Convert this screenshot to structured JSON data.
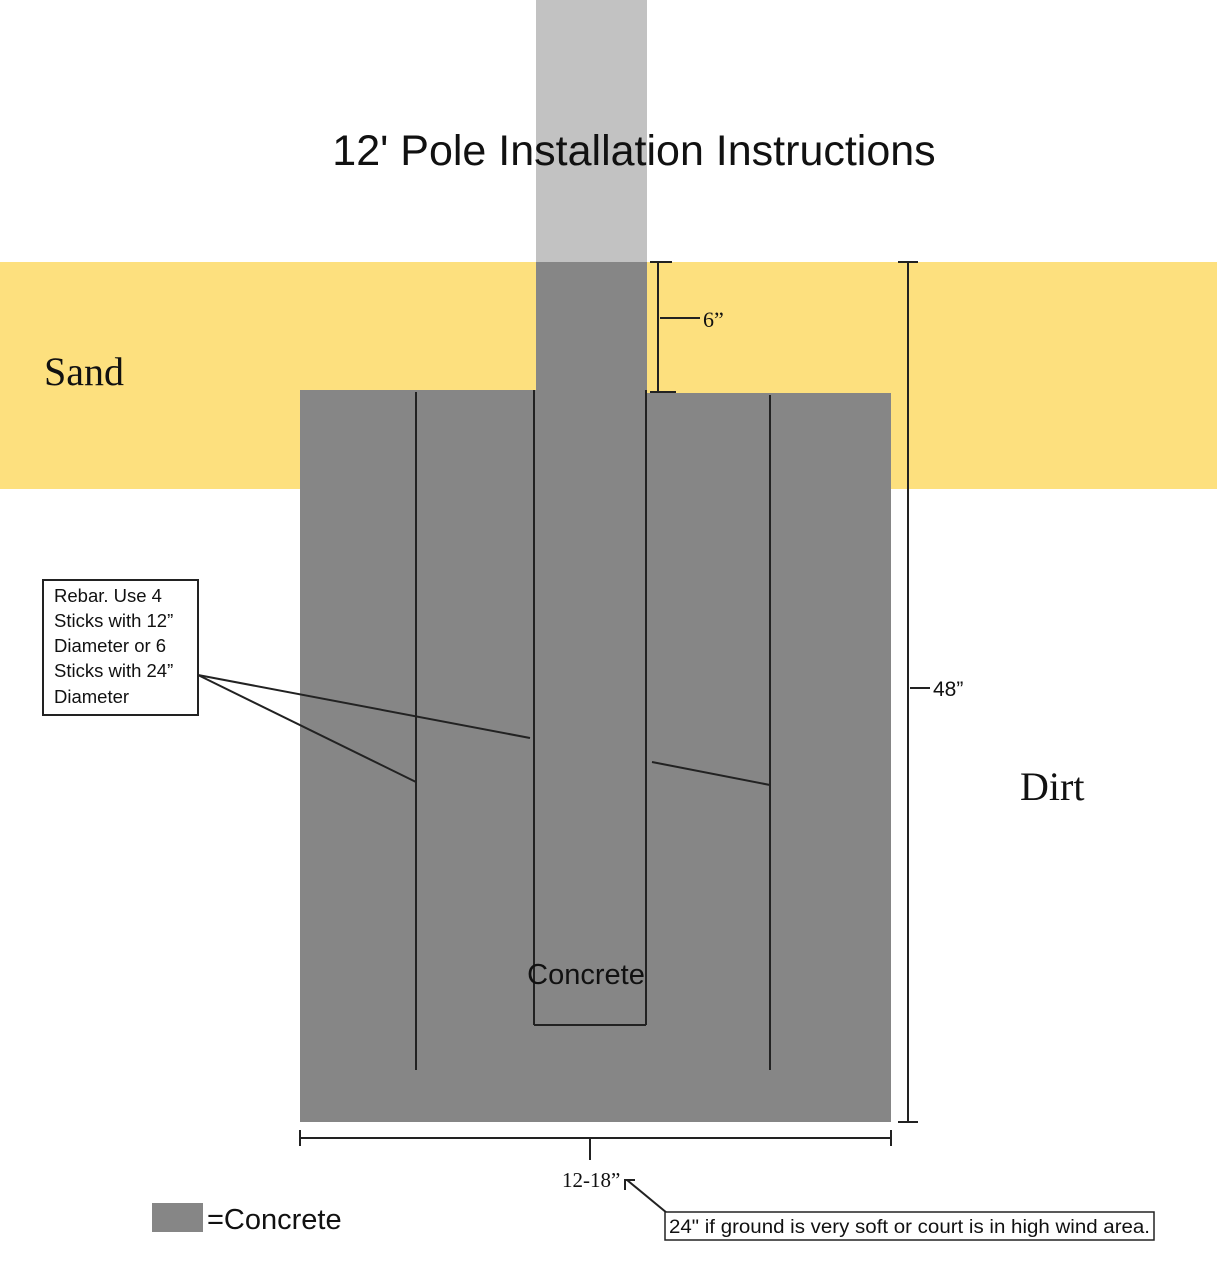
{
  "title": "12'  Pole Installation Instructions",
  "layers": {
    "sand": "Sand",
    "dirt": "Dirt"
  },
  "concrete_label": "Concrete",
  "dimensions": {
    "top_depth": "6”",
    "total_depth": "48”",
    "width": "12-18”"
  },
  "rebar_note": [
    "Rebar. Use 4",
    "Sticks with 12”",
    "Diameter or 6",
    "Sticks with 24”",
    "Diameter"
  ],
  "width_note": "24\" if ground is very soft or court is in high wind area.",
  "legend": {
    "label": "=Concrete"
  },
  "colors": {
    "sand": "#fde07e",
    "concrete": "#868686",
    "pole": "#c2c2c2"
  }
}
